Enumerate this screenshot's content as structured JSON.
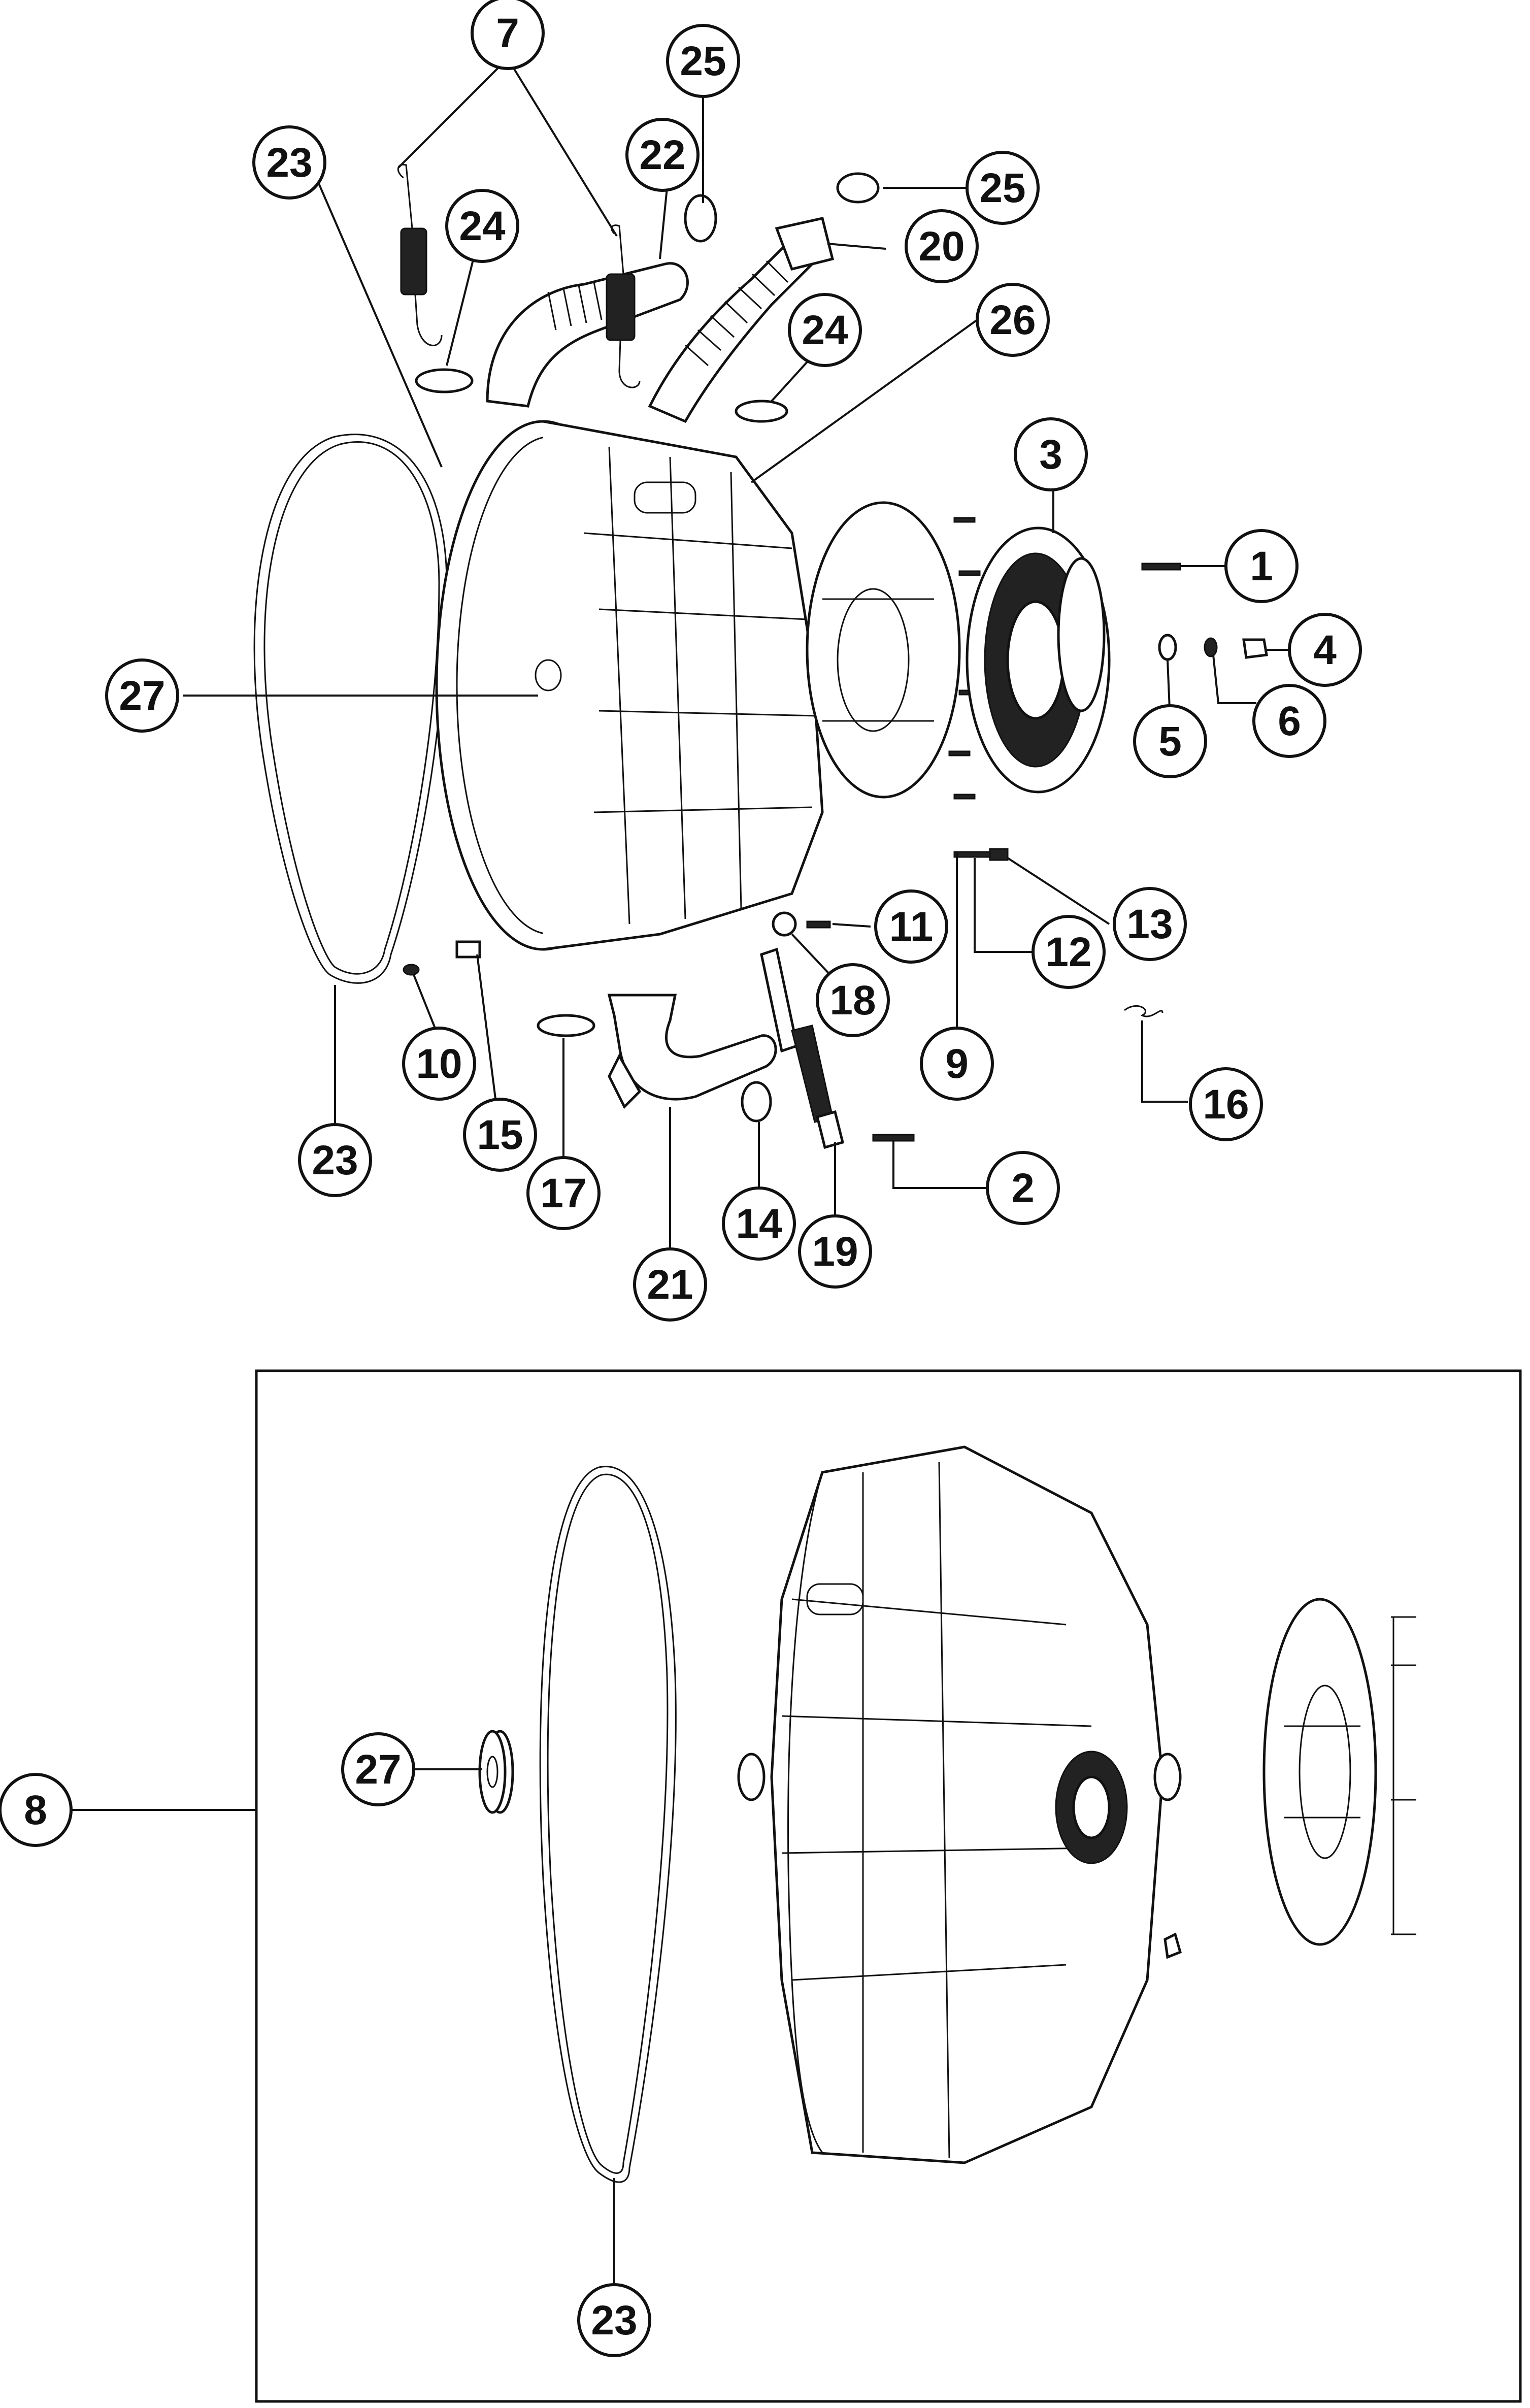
{
  "callouts": [
    {
      "id": "c7",
      "label": "7"
    },
    {
      "id": "c25a",
      "label": "25"
    },
    {
      "id": "c23a",
      "label": "23"
    },
    {
      "id": "c22",
      "label": "22"
    },
    {
      "id": "c25b",
      "label": "25"
    },
    {
      "id": "c24a",
      "label": "24"
    },
    {
      "id": "c20",
      "label": "20"
    },
    {
      "id": "c24b",
      "label": "24"
    },
    {
      "id": "c26",
      "label": "26"
    },
    {
      "id": "c3",
      "label": "3"
    },
    {
      "id": "c1",
      "label": "1"
    },
    {
      "id": "c27a",
      "label": "27"
    },
    {
      "id": "c4",
      "label": "4"
    },
    {
      "id": "c5",
      "label": "5"
    },
    {
      "id": "c6",
      "label": "6"
    },
    {
      "id": "c13",
      "label": "13"
    },
    {
      "id": "c11",
      "label": "11"
    },
    {
      "id": "c12",
      "label": "12"
    },
    {
      "id": "c18",
      "label": "18"
    },
    {
      "id": "c10",
      "label": "10"
    },
    {
      "id": "c9",
      "label": "9"
    },
    {
      "id": "c16",
      "label": "16"
    },
    {
      "id": "c15",
      "label": "15"
    },
    {
      "id": "c23b",
      "label": "23"
    },
    {
      "id": "c2",
      "label": "2"
    },
    {
      "id": "c17",
      "label": "17"
    },
    {
      "id": "c14",
      "label": "14"
    },
    {
      "id": "c19",
      "label": "19"
    },
    {
      "id": "c21",
      "label": "21"
    },
    {
      "id": "c27b",
      "label": "27"
    },
    {
      "id": "c8",
      "label": "8"
    },
    {
      "id": "c23c",
      "label": "23"
    }
  ]
}
